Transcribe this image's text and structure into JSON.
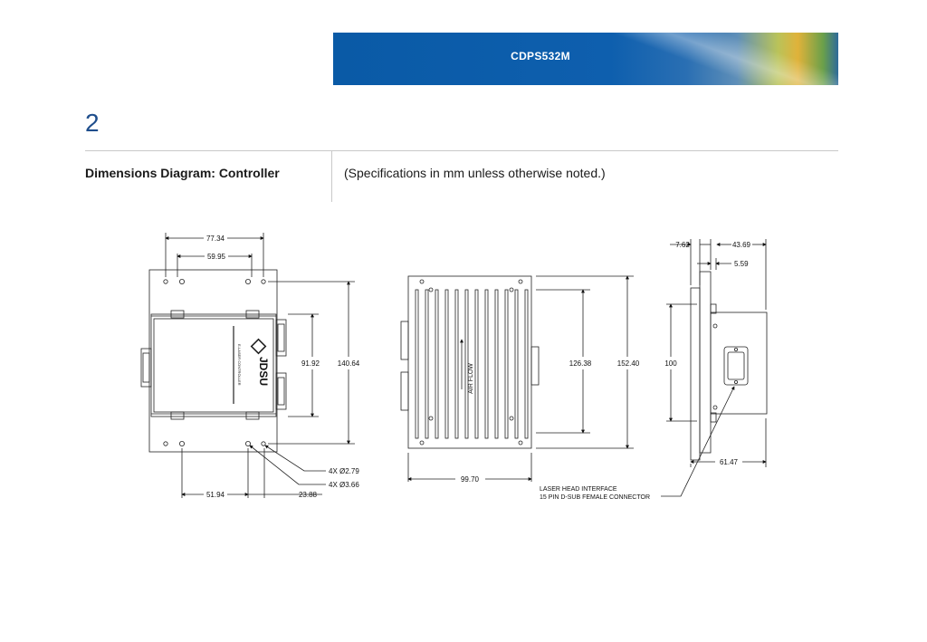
{
  "header": {
    "product": "CDPS532M"
  },
  "page": {
    "number": "2"
  },
  "section": {
    "title": "Dimensions Diagram: Controller",
    "note": "(Specifications in mm unless otherwise noted.)"
  },
  "front_view": {
    "dims": {
      "overall_width": "77.34",
      "inner_width": "59.95",
      "height_outer": "140.64",
      "height_inner": "91.92",
      "hole_small": "4X Ø2.79",
      "hole_large": "4X Ø3.66",
      "bottom_left": "51.94",
      "bottom_right": "23.88"
    },
    "label_brand": "JDSU",
    "label_product": "E-LASER CONTROLLER"
  },
  "top_view": {
    "dims": {
      "width": "99.70",
      "height_inner": "126.38",
      "height_outer": "152.40"
    },
    "airflow": "AIR FLOW"
  },
  "side_view": {
    "dims": {
      "left": "7.62",
      "top_right": "43.69",
      "offset": "5.59",
      "height": "100",
      "depth": "61.47"
    },
    "callout_line1": "LASER HEAD INTERFACE",
    "callout_line2": "15 PIN D-SUB FEMALE CONNECTOR"
  }
}
